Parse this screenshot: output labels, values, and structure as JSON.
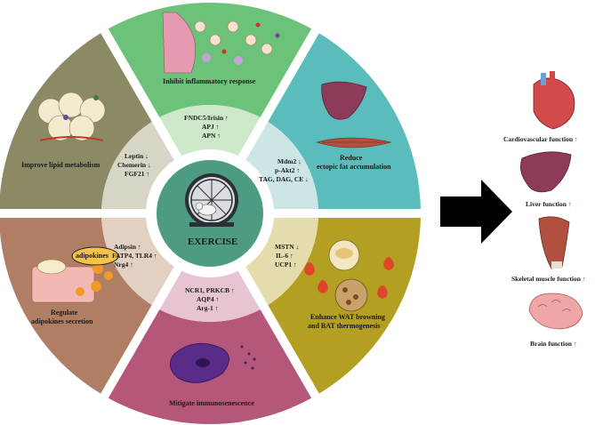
{
  "center": {
    "label": "EXERCISE"
  },
  "segments": {
    "inflammatory": {
      "title": "Inhibit inflammatory response",
      "markers": [
        "FNDC5/Irisin ↑",
        "APJ ↑",
        "APN ↑"
      ],
      "color": "#6dc27a"
    },
    "ectopic": {
      "title_line1": "Reduce",
      "title_line2": "ectopic fat accumulation",
      "markers": [
        "Mdm2 ↓",
        "p-Akt2 ↑",
        "TAG, DAG, CE ↓"
      ],
      "color": "#5bbdbb"
    },
    "wat": {
      "title_line1": "Enhance WAT browning",
      "title_line2": "and BAT thermogenesis",
      "markers": [
        "MSTN ↓",
        "IL-6 ↑",
        "UCP1 ↑"
      ],
      "color": "#b39f22"
    },
    "immuno": {
      "title": "Mitigate immunosenescence",
      "markers": [
        "NCR1, PRKCB ↑",
        "AQP4 ↑",
        "Arg-1 ↑"
      ],
      "color": "#b5577a"
    },
    "adipokines": {
      "title_line1": "Regulate",
      "title_line2": "adipokines secretion",
      "markers": [
        "Adipsin ↑",
        "FATP4, TLR4 ↑",
        "Nrg4 ↑"
      ],
      "badge": "adipokines",
      "color": "#b07e64"
    },
    "lipid": {
      "title": "Improve lipid metabolism",
      "markers": [
        "Leptin ↓",
        "Chemerin ↓",
        "FGF21 ↑"
      ],
      "color": "#8b8a65"
    }
  },
  "outcomes": [
    {
      "label": "Cardiovascular function",
      "arrow": "↑"
    },
    {
      "label": "Liver function",
      "arrow": "↑"
    },
    {
      "label": "Skeletal muscle function",
      "arrow": "↑"
    },
    {
      "label": "Brain function",
      "arrow": "↑"
    }
  ]
}
